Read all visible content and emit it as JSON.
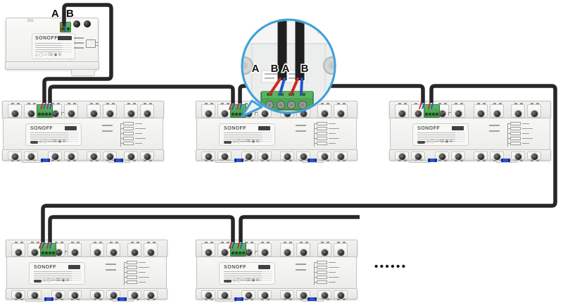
{
  "colors": {
    "cable_black": "#272727",
    "wire_a_red": "#cc2a1e",
    "wire_b_blue": "#2456c8",
    "terminal_green": "#45a14d",
    "callout_ring_blue": "#3fa0da",
    "din_clip_blue": "#2a4fd4",
    "badge_dark": "#3d4245"
  },
  "gateway": {
    "brand": "SONOFF",
    "terminal_labels": [
      "A",
      "B"
    ],
    "certifications": "△ ◯ ▭ CE ▣ ☒"
  },
  "relay_module": {
    "brand": "SONOFF",
    "certifications": "△ ◯ ▭ CE ▣ ☒"
  },
  "inset": {
    "terminal_labels": [
      "A",
      "B",
      "A",
      "B"
    ]
  },
  "continuation_dots": "••••••"
}
